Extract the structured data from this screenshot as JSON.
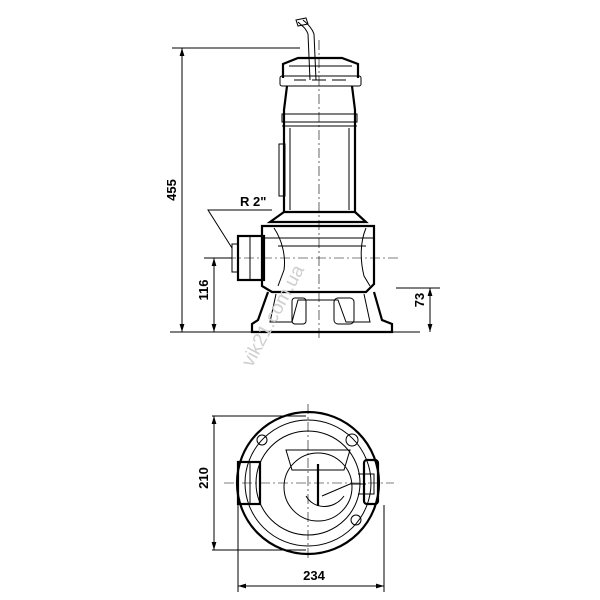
{
  "dimensions": {
    "total_height": "455",
    "outlet_height": "116",
    "foot_height": "73",
    "depth": "210",
    "width": "234"
  },
  "outlet_label": "R 2\"",
  "watermark": "vik21.com.ua",
  "colors": {
    "line": "#000000",
    "watermark": "#cfcfcf",
    "background": "#ffffff"
  }
}
